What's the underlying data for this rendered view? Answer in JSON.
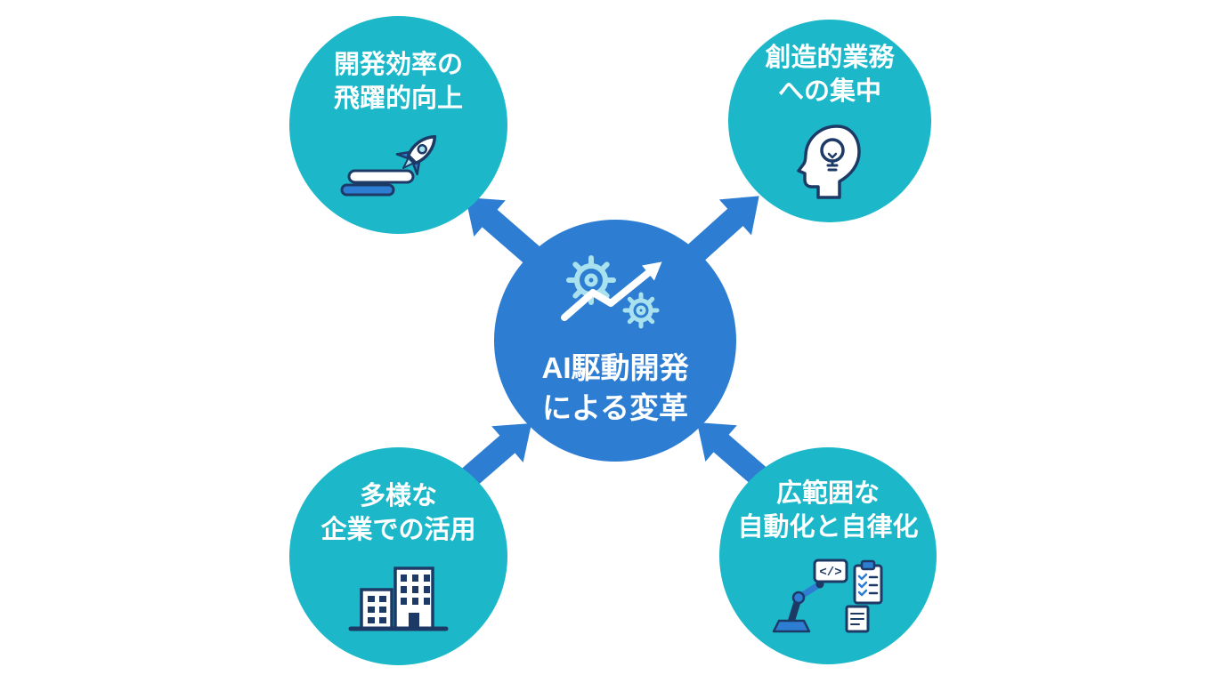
{
  "colors": {
    "background": "#ffffff",
    "center_circle": "#2d7dd2",
    "satellite_circle": "#1cb8c9",
    "arrow": "#2d7dd2",
    "text": "#ffffff",
    "icon_dark": "#1d3a66",
    "icon_mid": "#2d7dd2",
    "icon_light": "#a9e2ee"
  },
  "center_node": {
    "label_line1": "AI駆動開発",
    "label_line2": "による変革",
    "icon": "gears-growth-arrow-icon"
  },
  "nodes": {
    "top_left": {
      "label_line1": "開発効率の",
      "label_line2": "飛躍的向上",
      "icon": "rocket-progress-icon"
    },
    "top_right": {
      "label_line1": "創造的業務",
      "label_line2": "への集中",
      "icon": "head-lightbulb-icon"
    },
    "bottom_left": {
      "label_line1": "多様な",
      "label_line2": "企業での活用",
      "icon": "office-buildings-icon"
    },
    "bottom_right": {
      "label_line1": "広範囲な",
      "label_line2": "自動化と自律化",
      "icon": "robot-arm-checklist-icon"
    }
  },
  "icon_texts": {
    "code_tag": "</>"
  }
}
